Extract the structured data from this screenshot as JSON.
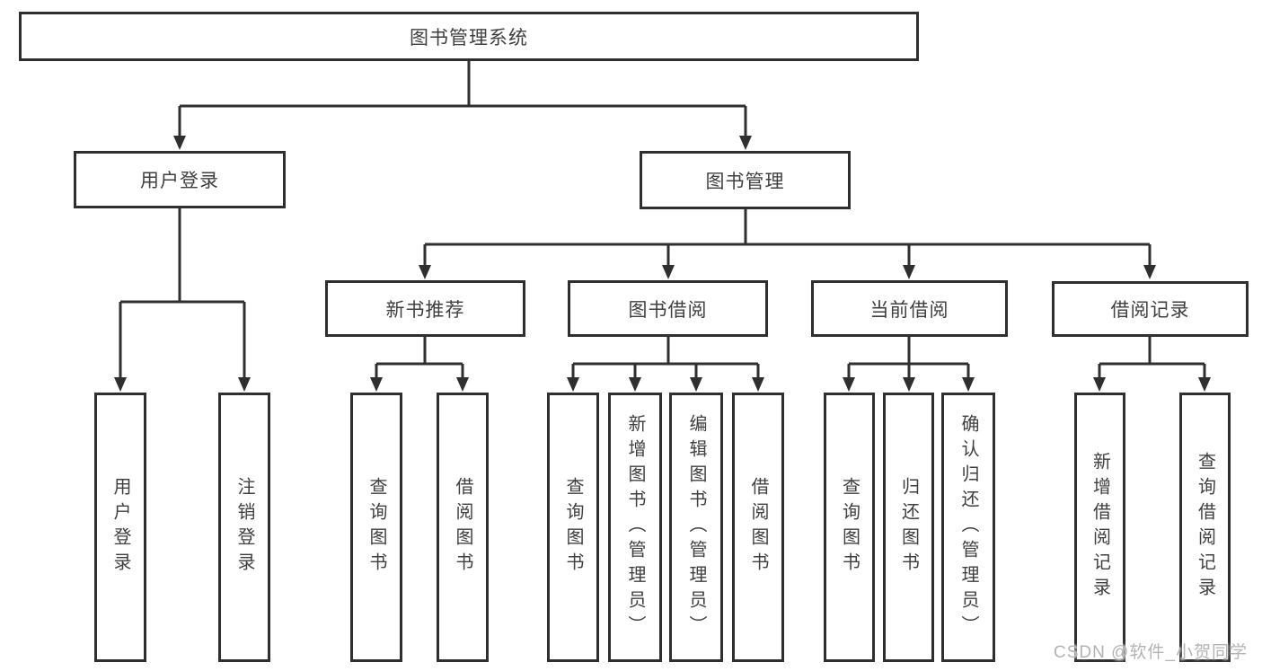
{
  "diagram": {
    "title": "图书管理系统",
    "user_login": {
      "label": "用户登录",
      "children": [
        "用户登录",
        "注销登录"
      ]
    },
    "book_management": {
      "label": "图书管理",
      "sections": [
        {
          "label": "新书推荐",
          "children": [
            "查询图书",
            "借阅图书"
          ]
        },
        {
          "label": "图书借阅",
          "children": [
            "查询图书",
            "新增图书（管理员）",
            "编辑图书（管理员）",
            "借阅图书"
          ]
        },
        {
          "label": "当前借阅",
          "children": [
            "查询图书",
            "归还图书",
            "确认归还（管理员）"
          ]
        },
        {
          "label": "借阅记录",
          "children": [
            "新增借阅记录",
            "查询借阅记录"
          ]
        }
      ]
    }
  },
  "watermark": "CSDN @软件_小贺同学",
  "colors": {
    "line": "#2f2f2f",
    "text": "#3f3f3f",
    "watermark": "#b3b3b3",
    "background": "#ffffff"
  }
}
